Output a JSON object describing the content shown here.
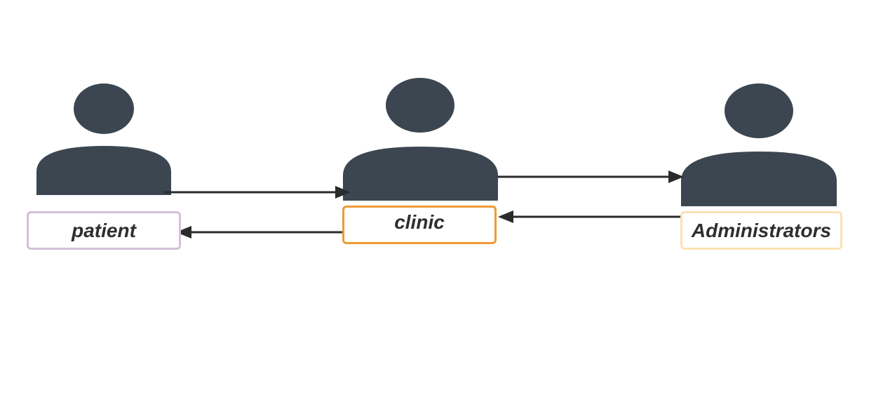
{
  "actors": [
    {
      "id": "patient",
      "label": "patient",
      "border_color": "#d5bfd9"
    },
    {
      "id": "clinic",
      "label": "clinic",
      "border_color": "#ef9a34"
    },
    {
      "id": "administrators",
      "label": "Administrators",
      "border_color": "#fbe1b5"
    }
  ],
  "person_icon_color": "#3b4650",
  "connector_color": "#2b2b2b",
  "connections": [
    {
      "from": "patient",
      "to": "clinic"
    },
    {
      "from": "clinic",
      "to": "patient"
    },
    {
      "from": "clinic",
      "to": "administrators"
    },
    {
      "from": "administrators",
      "to": "clinic"
    }
  ]
}
